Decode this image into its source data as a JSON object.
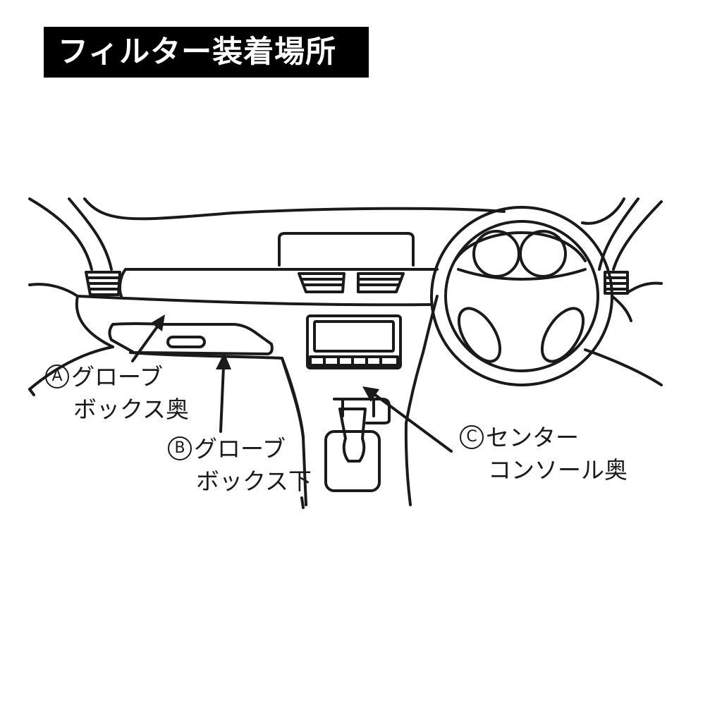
{
  "title": "フィルター装着場所",
  "labels": {
    "a": {
      "marker": "A",
      "line1": "グローブ",
      "line2": "ボックス奥"
    },
    "b": {
      "marker": "B",
      "line1": "グローブ",
      "line2": "ボックス下"
    },
    "c": {
      "marker": "C",
      "line1": "センター",
      "line2": "コンソール奥"
    }
  },
  "colors": {
    "ink": "#1a1a1a",
    "title_bg": "#000000",
    "title_text": "#ffffff"
  }
}
